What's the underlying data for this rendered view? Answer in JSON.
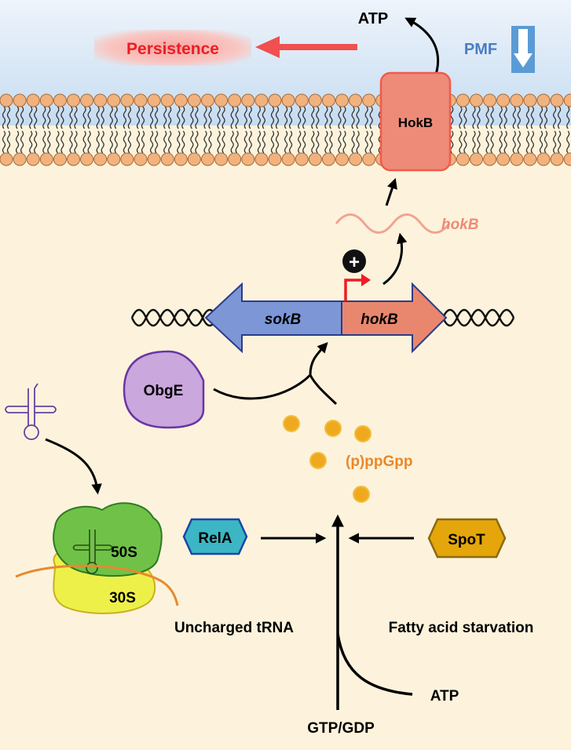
{
  "labels": {
    "atp_top": "ATP",
    "persistence": "Persistence",
    "pmf": "PMF",
    "hokb_protein": "HokB",
    "hokb_mrna": "hokB",
    "plus": "+",
    "sokb_gene": "sokB",
    "hokb_gene": "hokB",
    "obge": "ObgE",
    "ppgpp": "(p)ppGpp",
    "s50": "50S",
    "s30": "30S",
    "rela": "RelA",
    "spot": "SpoT",
    "uncharged_trna": "Uncharged tRNA",
    "fatty_acid": "Fatty acid starvation",
    "gtp_gdp": "GTP/GDP",
    "atp_bottom": "ATP"
  },
  "colors": {
    "extracellular": "#c9ddf0",
    "cytoplasm": "#fdf3dc",
    "lipid_head": "#f2b27d",
    "hokb_protein": "#ee8b78",
    "hokb_gene": "#e8876e",
    "sokb_gene": "#7c96d6",
    "obge": "#caa7dc",
    "ppgpp_dot": "#f0a91f",
    "ppgpp_text": "#e9872a",
    "persistence_text": "#ee1c24",
    "pmf_text": "#4a7dc4",
    "s50": "#6fc247",
    "s30": "#eef04a",
    "rela": "#3cb6c4",
    "spot": "#e4a60a"
  }
}
